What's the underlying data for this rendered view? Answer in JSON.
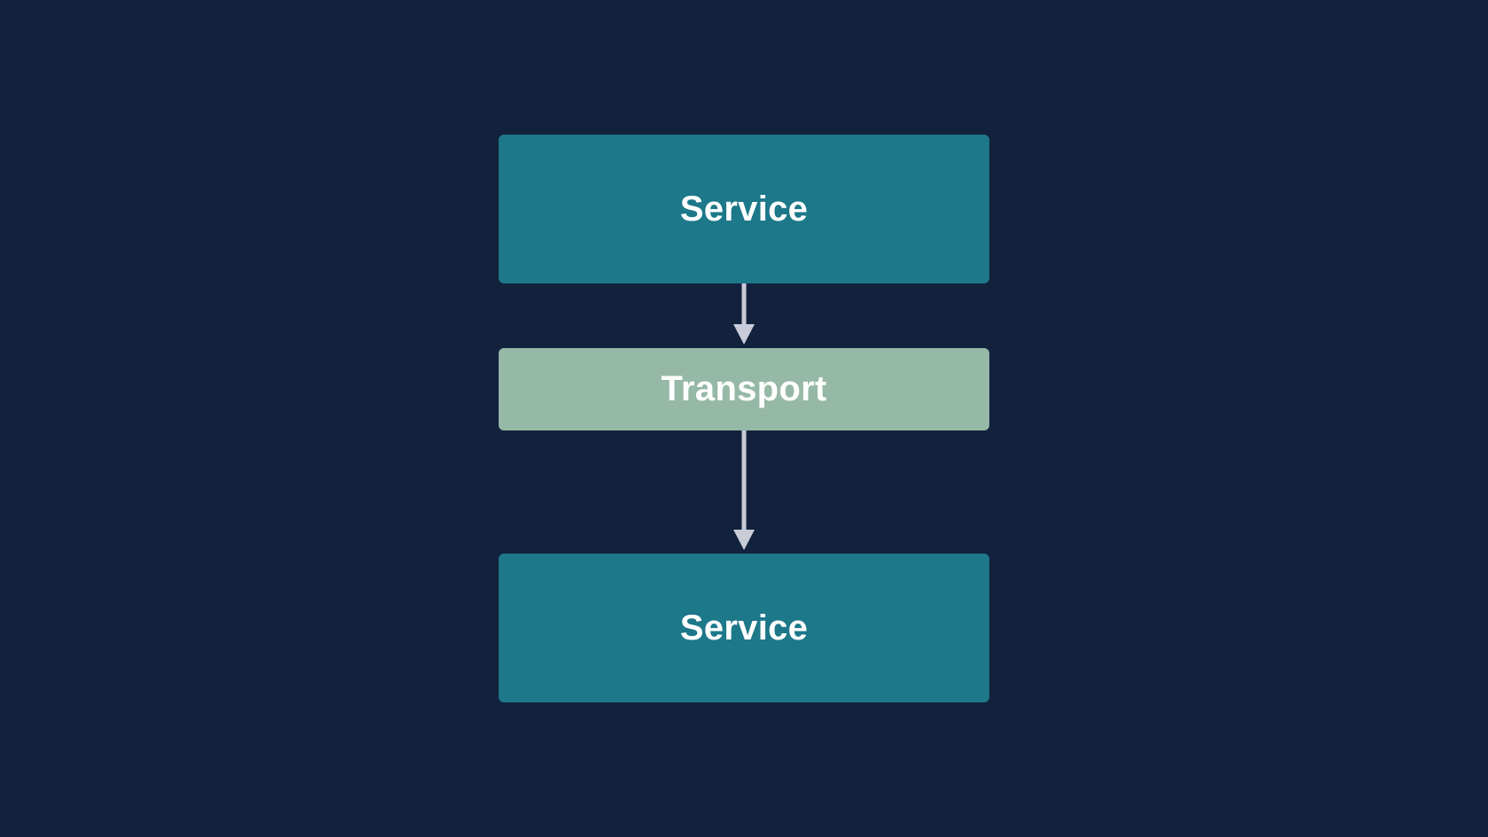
{
  "colors": {
    "background": "#12223D",
    "service_fill": "#1D788A",
    "transport_fill": "#96B8A6",
    "arrow": "#C9CBD8",
    "label": "#FFFFFF"
  },
  "nodes": {
    "service_top": {
      "label": "Service"
    },
    "transport": {
      "label": "Transport"
    },
    "service_bottom": {
      "label": "Service"
    }
  },
  "edges": [
    {
      "from": "service_top",
      "to": "transport"
    },
    {
      "from": "transport",
      "to": "service_bottom"
    }
  ]
}
